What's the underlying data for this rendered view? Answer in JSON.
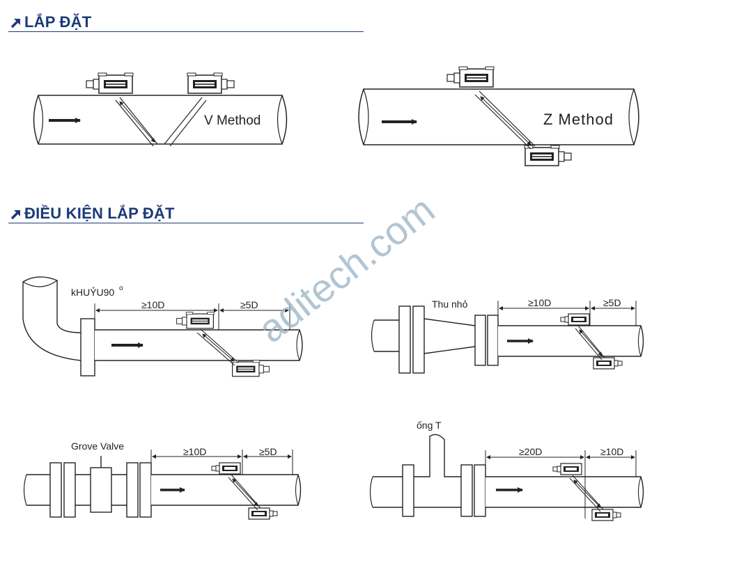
{
  "sections": {
    "install": {
      "title": "LẮP ĐẶT",
      "icon": "arrow-up-right-icon"
    },
    "conditions": {
      "title": "ĐIỀU KIỆN LẮP ĐẶT",
      "icon": "arrow-up-right-icon"
    }
  },
  "methods": {
    "v": {
      "label": "V Method"
    },
    "z": {
      "label": "Z Method"
    }
  },
  "conditions": {
    "elbow": {
      "label": "kHUỶU90",
      "superscript": "o",
      "upstream": "≥10D",
      "downstream": "≥5D"
    },
    "reducer": {
      "label": "Thu nhỏ",
      "upstream": "≥10D",
      "downstream": "≥5D"
    },
    "valve": {
      "label": "Grove Valve",
      "upstream": "≥10D",
      "downstream": "≥5D"
    },
    "tee": {
      "label": "ống T",
      "upstream": "≥20D",
      "downstream": "≥10D"
    }
  },
  "watermark": "aditech.com",
  "colors": {
    "heading": "#1b3a7a",
    "watermark": "#9fb6c8",
    "line": "#222222"
  }
}
